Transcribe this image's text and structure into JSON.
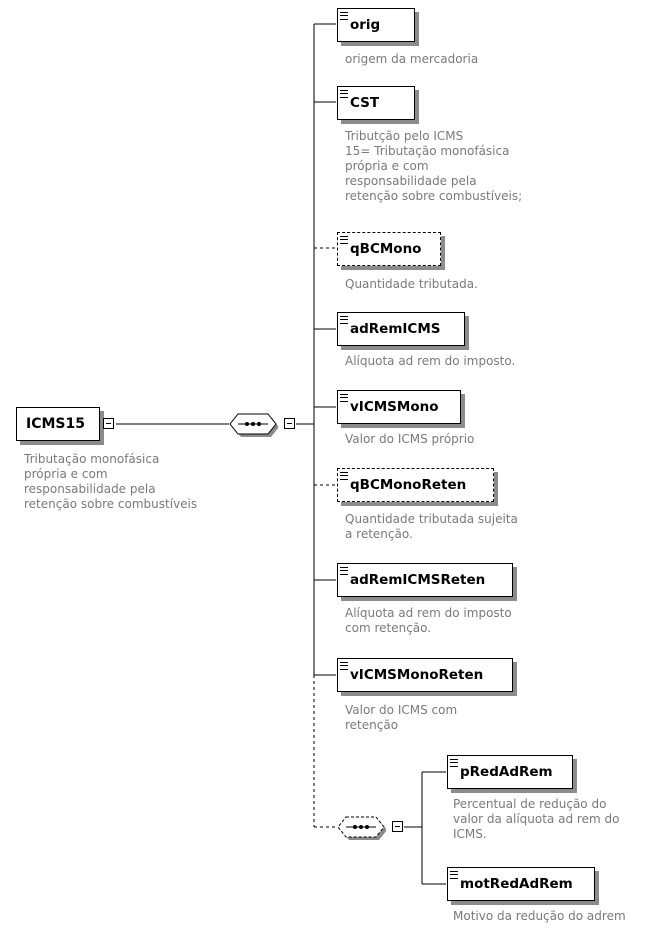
{
  "root": {
    "name": "ICMS15",
    "description": "Tributação monofásica\nprópria e com\nresponsabilidade pela\nretenção sobre combustíveis"
  },
  "elements": [
    {
      "name": "orig",
      "optional": false,
      "description": "origem da mercadoria"
    },
    {
      "name": "CST",
      "optional": false,
      "description": "Tributção pelo ICMS\n15= Tributação monofásica\nprópria e com\nresponsabilidade pela\nretenção sobre combustíveis;"
    },
    {
      "name": "qBCMono",
      "optional": true,
      "description": "Quantidade tributada."
    },
    {
      "name": "adRemICMS",
      "optional": false,
      "description": "Alíquota ad rem do imposto."
    },
    {
      "name": "vICMSMono",
      "optional": false,
      "description": "Valor do ICMS próprio"
    },
    {
      "name": "qBCMonoReten",
      "optional": true,
      "description": "Quantidade tributada sujeita\na retenção."
    },
    {
      "name": "adRemICMSReten",
      "optional": false,
      "description": "Alíquota ad rem do imposto\ncom retenção."
    },
    {
      "name": "vICMSMonoReten",
      "optional": false,
      "description": "Valor do ICMS com\nretenção"
    }
  ],
  "optional_sequence": {
    "elements": [
      {
        "name": "pRedAdRem",
        "optional": false,
        "description": "Percentual de redução do\nvalor da alíquota ad rem do\nICMS."
      },
      {
        "name": "motRedAdRem",
        "optional": false,
        "description": "Motivo da redução do adrem"
      }
    ]
  }
}
